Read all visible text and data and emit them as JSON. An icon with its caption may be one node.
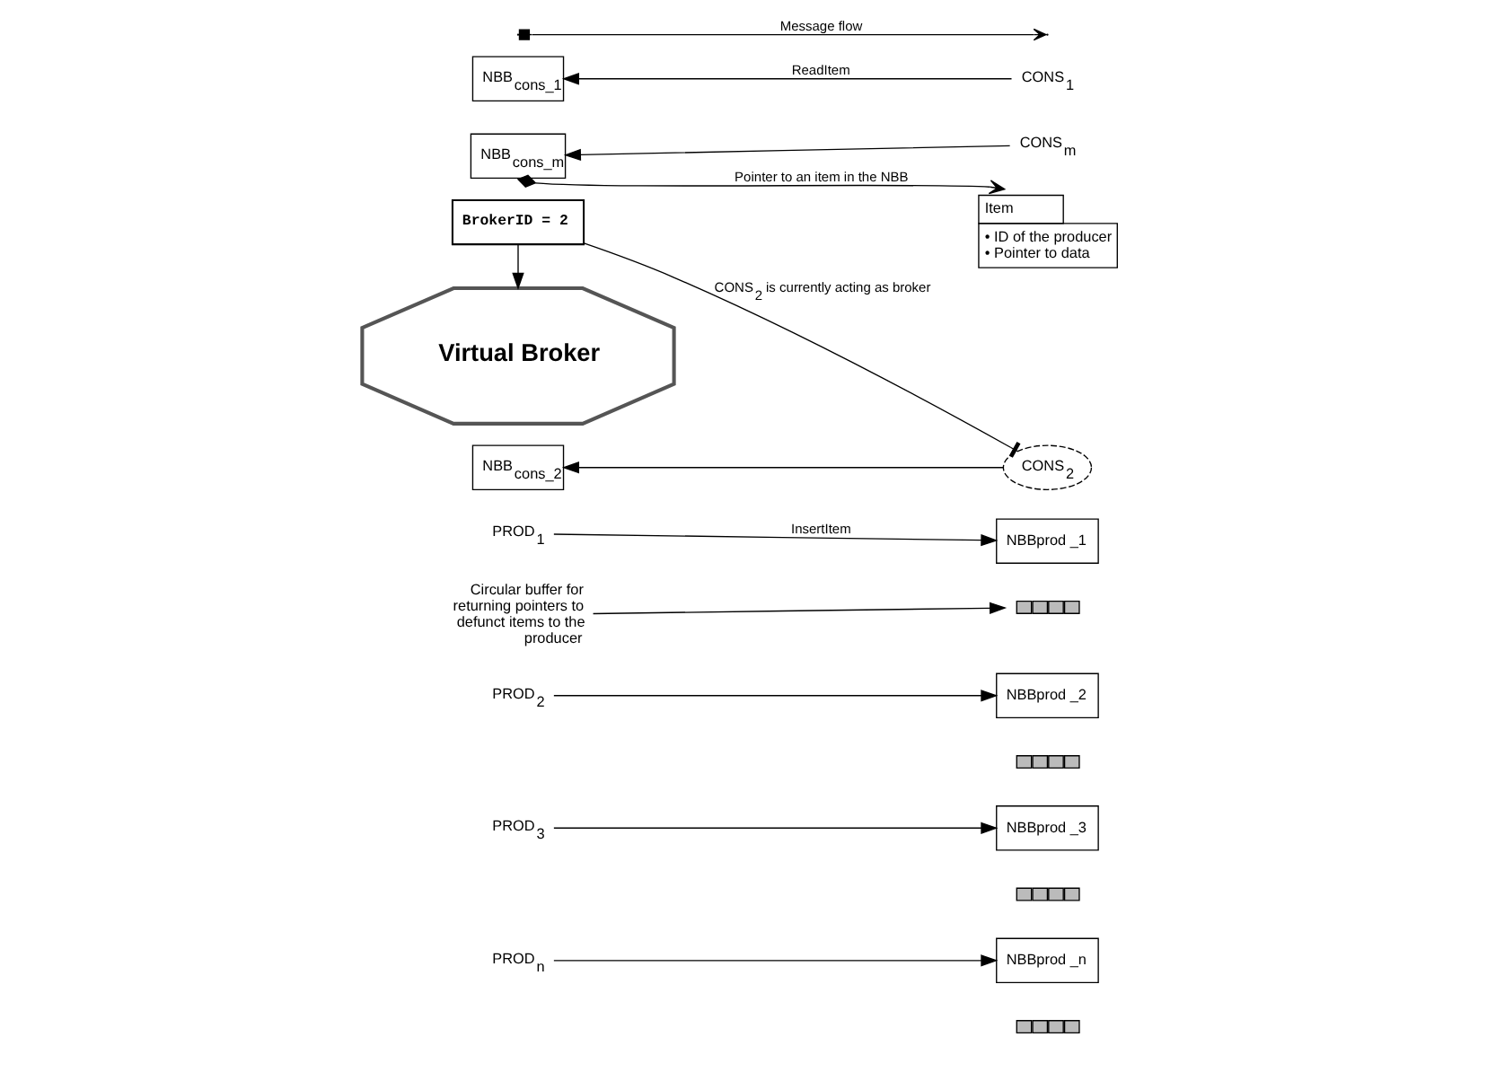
{
  "diagram": {
    "nodes": [
      {
        "text": [
          "Circular buffer for returning pointers to defunct items to the producer"
        ]
      },
      {
        "text": [],
        "shape": "bar"
      },
      {
        "text": [],
        "shape": "bar"
      },
      {
        "text": [],
        "shape": "bar"
      },
      {
        "text": [],
        "shape": "bar"
      },
      {
        "text": [
          "PROD$_{1}$"
        ]
      },
      {
        "text": [
          "NBBprod _1"
        ]
      },
      {
        "text": [
          "PROD$_{2}$"
        ]
      },
      {
        "text": [
          "NBBprod _2"
        ]
      },
      {
        "text": [
          "PROD$_{3}$"
        ]
      },
      {
        "text": [
          "NBBprod _3"
        ]
      },
      {
        "text": [
          "PROD$_{n}$"
        ]
      },
      {
        "text": [
          "NBBprod _n"
        ]
      },
      {
        "text": [
          "BrokerID = 2"
        ]
      },
      {
        "text": [
          "Virtual Broker"
        ]
      },
      {
        "text": [
          "NBB$_{cons_1}$"
        ]
      },
      {
        "text": [
          "CONS$_{1}$"
        ]
      },
      {
        "text": [
          "NBB$_{cons_2}$"
        ]
      },
      {
        "text": [
          "CONS$_{2}$"
        ]
      },
      {
        "text": [
          "NBB$_{cons_m}$"
        ]
      },
      {
        "text": [
          "CONS$_{m}$"
        ]
      },
      {
        "text": [
          "Item",
          "• ID of the producer",
          "• Pointer to data"
        ]
      }
    ],
    "edges": [
      {
        "from": 0,
        "to": 1,
        "arrow": "to"
      },
      {
        "from": 5,
        "to": 6,
        "arrow": "to",
        "label": "InsertItem"
      },
      {
        "from": 7,
        "to": 8,
        "arrow": "to"
      },
      {
        "from": 9,
        "to": 10,
        "arrow": "to"
      },
      {
        "from": 11,
        "to": 12,
        "arrow": "to"
      },
      {
        "from": 18,
        "to": 13,
        "arrow": "other",
        "label": "CONS$_{2}$ is currently acting as broker"
      },
      {
        "from": 13,
        "to": 14,
        "arrow": "to"
      },
      {
        "from": 16,
        "to": 15,
        "arrow": "to",
        "label": "ReadItem"
      },
      {
        "from": 18,
        "to": 17,
        "arrow": "to"
      },
      {
        "from": 20,
        "to": 19,
        "arrow": "to"
      },
      {
        "from": 19,
        "to": 21,
        "arrow": "to",
        "label": "Pointer to an item in the NBB"
      }
    ],
    "legend": [
      {
        "text": "Message flow"
      }
    ]
  }
}
